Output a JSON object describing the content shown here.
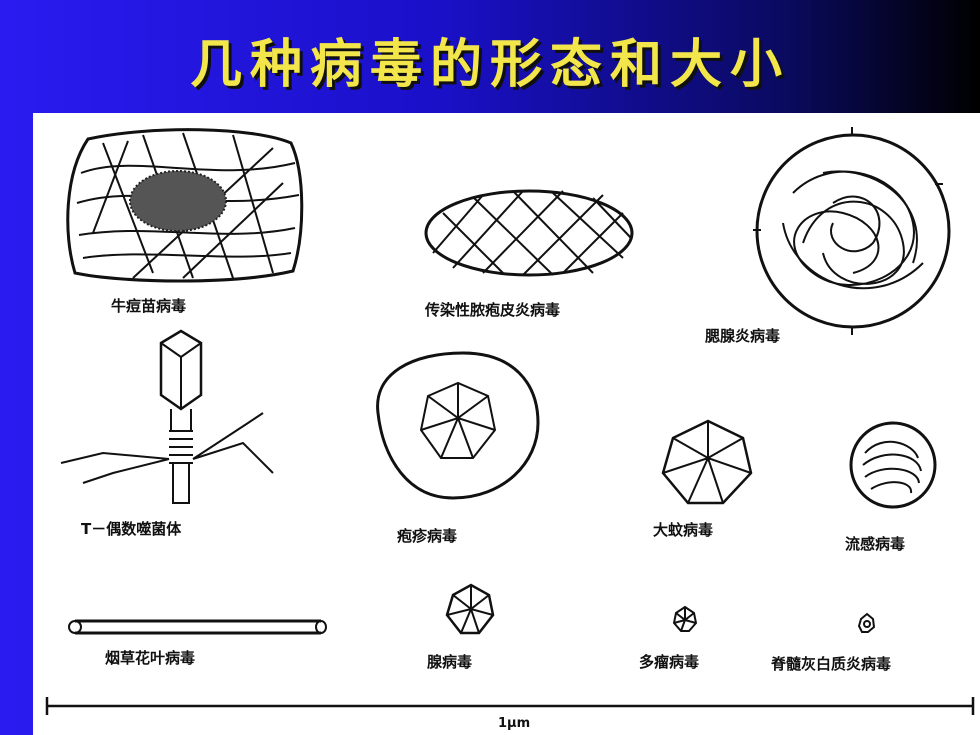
{
  "slide": {
    "title": "几种病毒的形态和大小"
  },
  "labels": {
    "vaccinia": "牛痘苗病毒",
    "orf": "传染性脓疱皮炎病毒",
    "mumps": "腮腺炎病毒",
    "t_phage": "T－偶数噬菌体",
    "herpes": "疱疹病毒",
    "iridescent": "大蚊病毒",
    "influenza": "流感病毒",
    "tmv": "烟草花叶病毒",
    "adenovirus": "腺病毒",
    "polyoma": "多瘤病毒",
    "polio": "脊髓灰白质炎病毒"
  },
  "scale": {
    "label": "1μm"
  }
}
